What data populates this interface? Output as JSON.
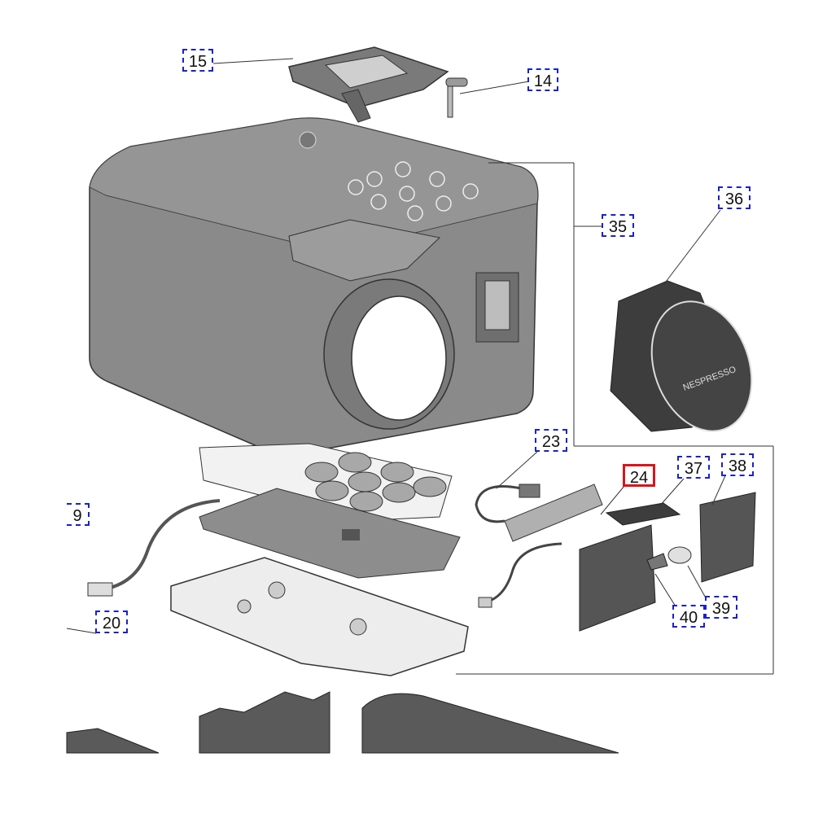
{
  "diagram": {
    "callouts": [
      {
        "id": "15",
        "text": "15",
        "highlight": false
      },
      {
        "id": "14",
        "text": "14",
        "highlight": false
      },
      {
        "id": "36",
        "text": "36",
        "highlight": false
      },
      {
        "id": "35",
        "text": "35",
        "highlight": false
      },
      {
        "id": "23",
        "text": "23",
        "highlight": false
      },
      {
        "id": "24",
        "text": "24",
        "highlight": true
      },
      {
        "id": "37",
        "text": "37",
        "highlight": false
      },
      {
        "id": "38",
        "text": "38",
        "highlight": false
      },
      {
        "id": "19",
        "text": "9",
        "highlight": false
      },
      {
        "id": "20",
        "text": "20",
        "highlight": false
      },
      {
        "id": "40",
        "text": "40",
        "highlight": false
      },
      {
        "id": "39",
        "text": "39",
        "highlight": false
      }
    ],
    "colors": {
      "label_border": "#1a22c8",
      "highlight_border": "#d8141c",
      "body_fill": "#8a8a8a",
      "dark_part": "#3d3d3d",
      "line": "#333333"
    }
  }
}
